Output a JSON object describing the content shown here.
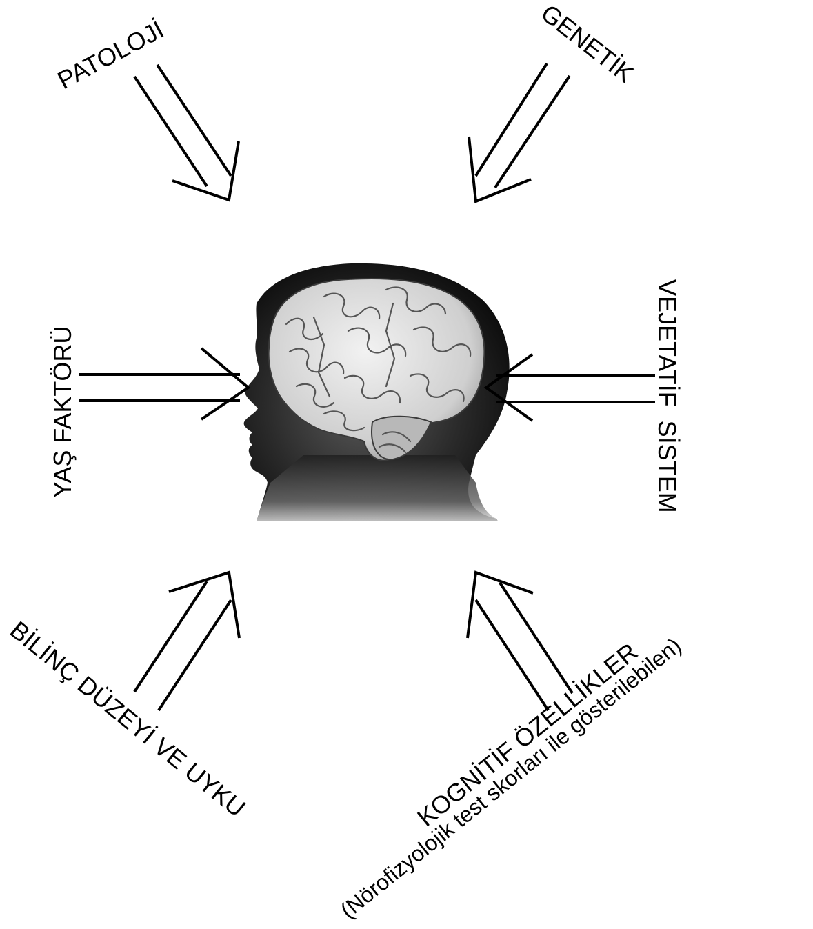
{
  "diagram": {
    "center_image": "head-with-brain",
    "factors": {
      "pathology": "PATOLOJİ",
      "genetics": "GENETİK",
      "age": "YAŞ FAKTÖRÜ",
      "autonomic": "VEJETATİF  SİSTEM",
      "consciousness": "BİLİNÇ DÜZEYİ VE UYKU",
      "cognitive": "KOGNİTİF ÖZELLİKLER",
      "cognitive_note": "(Nörofizyolojik test skorları ile gösterilebilen)"
    },
    "colors": {
      "ink": "#000000",
      "background": "#ffffff"
    }
  }
}
